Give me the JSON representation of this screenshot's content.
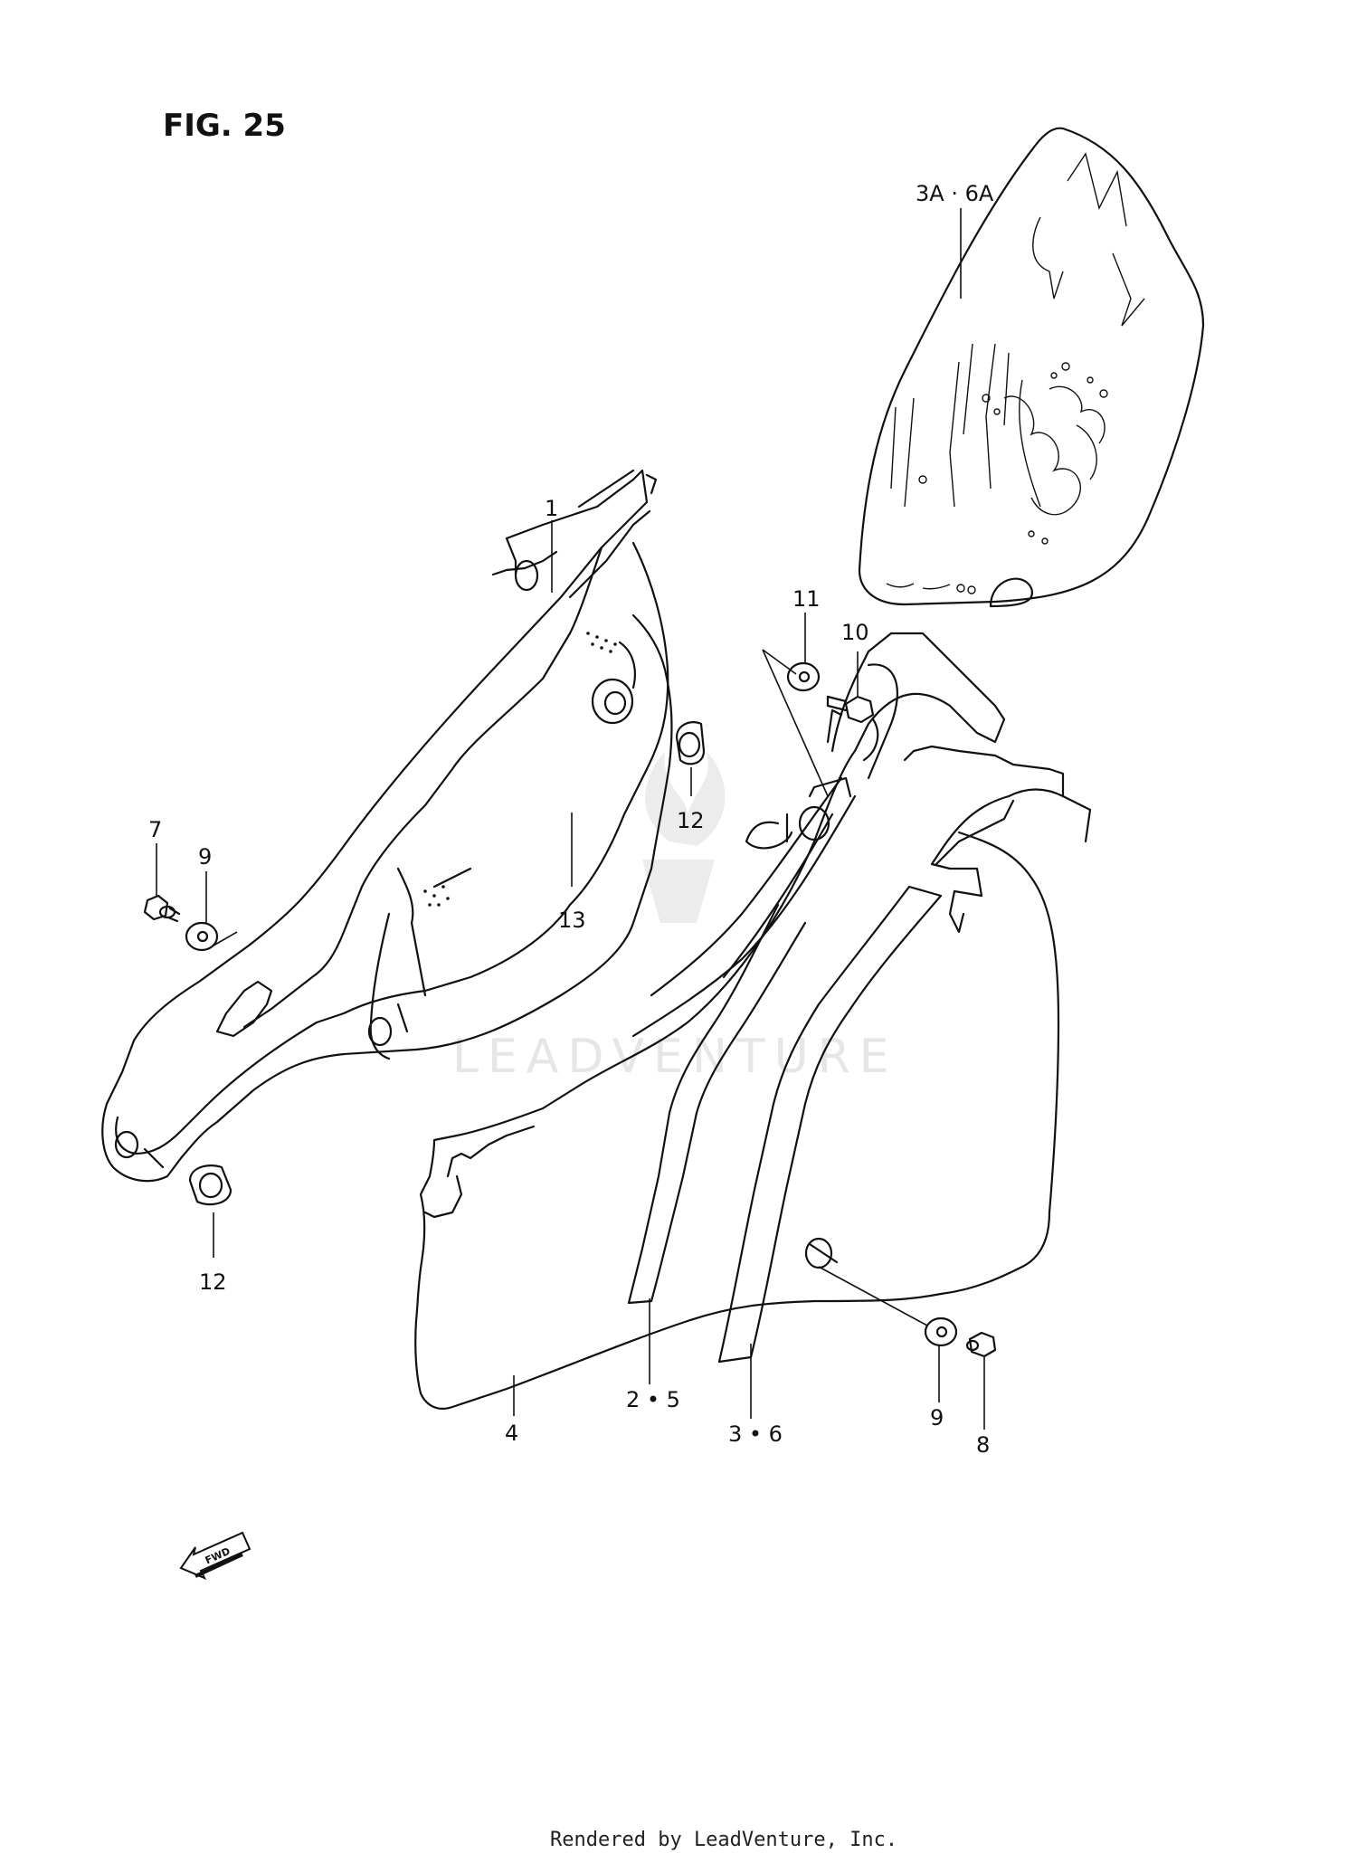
{
  "figure": {
    "title": "FIG. 25"
  },
  "callouts": {
    "c1": "1",
    "c13": "13",
    "c7": "7",
    "c9_left": "9",
    "c12_mid": "12",
    "c12_bottom": "12",
    "c11": "11",
    "c10": "10",
    "c3a6a": "3A · 6A",
    "c4": "4",
    "c25": "2 • 5",
    "c36": "3 • 6",
    "c9_right": "9",
    "c8": "8"
  },
  "fwd_label": "FWD",
  "watermark": "LEADVENTURE",
  "footer": {
    "rendered_by": "Rendered by LeadVenture, Inc."
  }
}
